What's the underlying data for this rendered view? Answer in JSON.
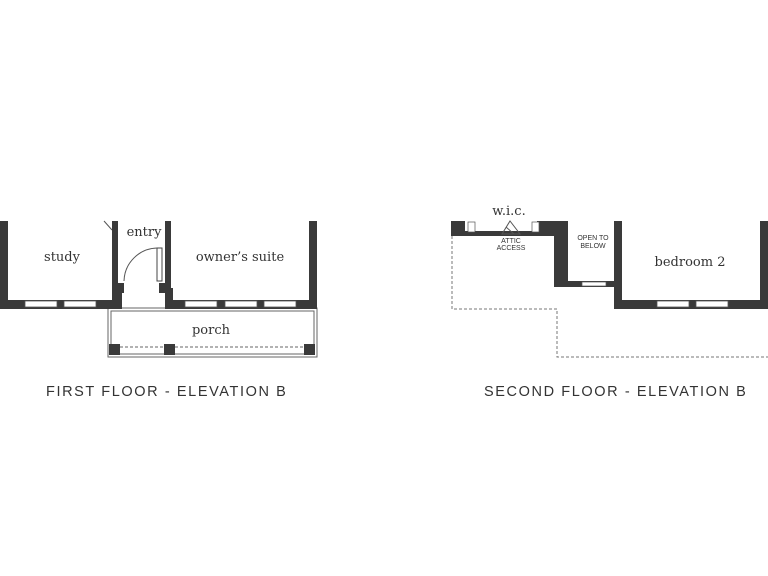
{
  "colors": {
    "wall": "#3a3a3a",
    "line": "#555555",
    "background": "#ffffff"
  },
  "first_floor": {
    "caption": "FIRST FLOOR - ELEVATION B",
    "rooms": {
      "study": "study",
      "entry": "entry",
      "owners_suite": "owner’s suite",
      "porch": "porch"
    }
  },
  "second_floor": {
    "caption": "SECOND FLOOR - ELEVATION B",
    "rooms": {
      "wic": "w.i.c.",
      "attic_line1": "ATTIC",
      "attic_line2": "ACCESS",
      "open_line1": "OPEN TO",
      "open_line2": "BELOW",
      "bedroom_2": "bedroom 2"
    }
  }
}
